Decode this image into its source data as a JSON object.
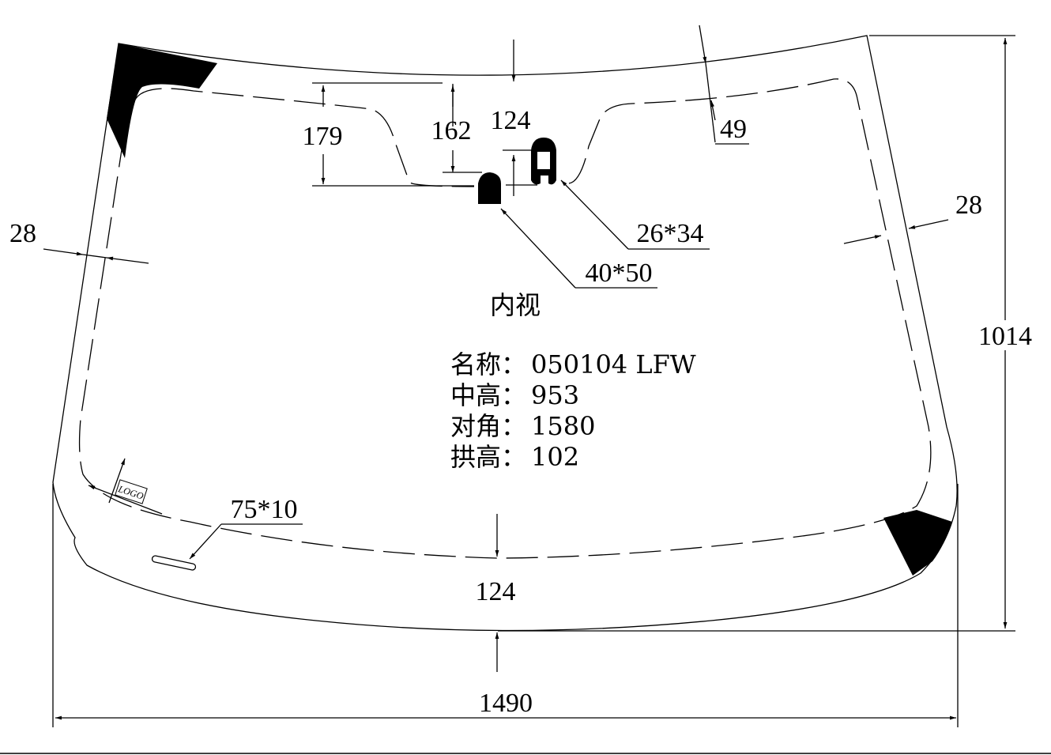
{
  "view_label": "内视",
  "info": {
    "name_label": "名称：",
    "name_value": "050104 LFW",
    "height_label": "中高：",
    "height_value": "953",
    "diag_label": "对角：",
    "diag_value": "1580",
    "arch_label": "拱高：",
    "arch_value": "102"
  },
  "dimensions": {
    "width": "1490",
    "height": "1014",
    "top_band": "124",
    "bottom_band": "124",
    "left_band": "28",
    "right_band": "28",
    "top_right_offset": "49",
    "left_pad_depth": "179",
    "sensor_depth": "162",
    "mirror_bracket": "40*50",
    "camera_bracket": "26*34",
    "vin_window": "75*10"
  },
  "logo_text": "LOGO"
}
